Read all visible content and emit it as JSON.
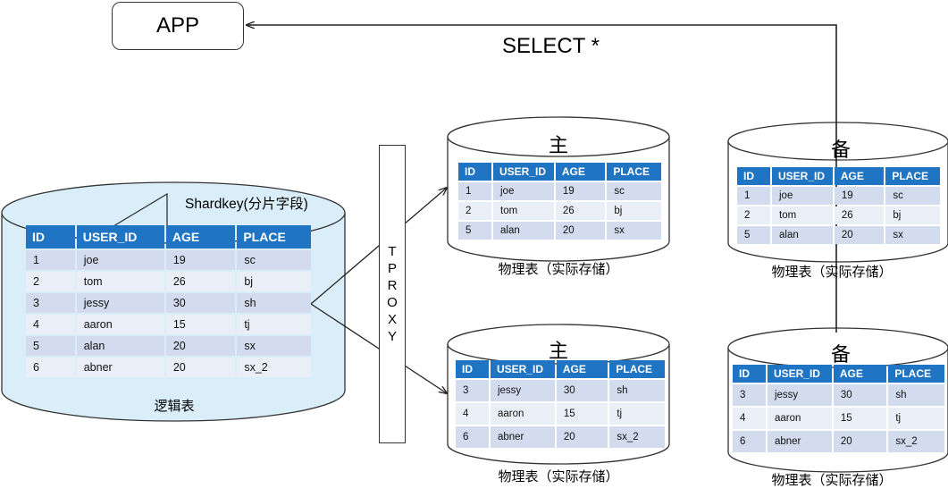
{
  "app_box": {
    "label": "APP"
  },
  "select_label": "SELECT *",
  "proxy": {
    "letters": [
      "T",
      "P",
      "R",
      "O",
      "X",
      "Y"
    ]
  },
  "logical_table": {
    "shard_label": "Shardkey(分片字段)",
    "caption": "逻辑表",
    "columns": [
      "ID",
      "USER_ID",
      "AGE",
      "PLACE"
    ],
    "rows": [
      [
        "1",
        "joe",
        "19",
        "sc"
      ],
      [
        "2",
        "tom",
        "26",
        "bj"
      ],
      [
        "3",
        "jessy",
        "30",
        "sh"
      ],
      [
        "4",
        "aaron",
        "15",
        "tj"
      ],
      [
        "5",
        "alan",
        "20",
        "sx"
      ],
      [
        "6",
        "abner",
        "20",
        "sx_2"
      ]
    ]
  },
  "physical_tables": [
    {
      "title": "主",
      "caption": "物理表（实际存储）",
      "columns": [
        "ID",
        "USER_ID",
        "AGE",
        "PLACE"
      ],
      "rows": [
        [
          "1",
          "joe",
          "19",
          "sc"
        ],
        [
          "2",
          "tom",
          "26",
          "bj"
        ],
        [
          "5",
          "alan",
          "20",
          "sx"
        ]
      ]
    },
    {
      "title": "主",
      "caption": "物理表（实际存储）",
      "columns": [
        "ID",
        "USER_ID",
        "AGE",
        "PLACE"
      ],
      "rows": [
        [
          "3",
          "jessy",
          "30",
          "sh"
        ],
        [
          "4",
          "aaron",
          "15",
          "tj"
        ],
        [
          "6",
          "abner",
          "20",
          "sx_2"
        ]
      ]
    },
    {
      "title": "备",
      "caption": "物理表（实际存储）",
      "columns": [
        "ID",
        "USER_ID",
        "AGE",
        "PLACE"
      ],
      "rows": [
        [
          "1",
          "joe",
          "19",
          "sc"
        ],
        [
          "2",
          "tom",
          "26",
          "bj"
        ],
        [
          "5",
          "alan",
          "20",
          "sx"
        ]
      ]
    },
    {
      "title": "备",
      "caption": "物理表（实际存储）",
      "columns": [
        "ID",
        "USER_ID",
        "AGE",
        "PLACE"
      ],
      "rows": [
        [
          "3",
          "jessy",
          "30",
          "sh"
        ],
        [
          "4",
          "aaron",
          "15",
          "tj"
        ],
        [
          "6",
          "abner",
          "20",
          "sx_2"
        ]
      ]
    }
  ],
  "colors": {
    "header": "#1f74c4",
    "row_odd": "#d2dcee",
    "row_even": "#eaeff7",
    "logical_cylinder": "#d9eef8"
  }
}
